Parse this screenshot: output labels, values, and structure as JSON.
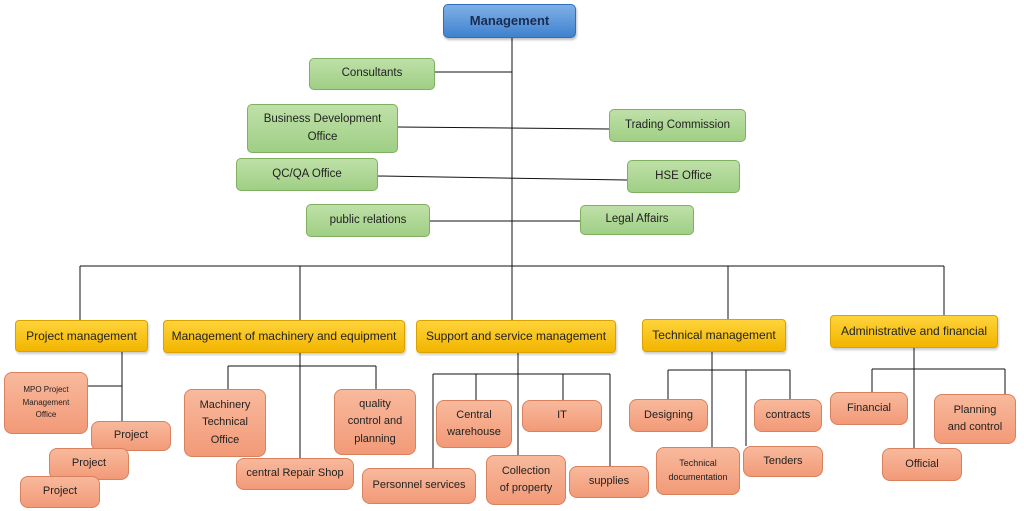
{
  "chart_data": {
    "type": "org-chart",
    "root": "Management",
    "staff_offices": [
      "Consultants",
      "Business Development\nOffice",
      "Trading Commission",
      "QC/QA Office",
      "HSE Office",
      "public relations",
      "Legal Affairs"
    ],
    "departments": [
      {
        "name": "Project management",
        "units": [
          "MPO Project\nManagement\nOffice",
          "Project",
          "Project",
          "Project"
        ]
      },
      {
        "name": "Management of machinery and equipment",
        "units": [
          "Machinery\nTechnical\nOffice",
          "central Repair Shop",
          "quality\ncontrol and\nplanning"
        ]
      },
      {
        "name": "Support and service management",
        "units": [
          "Central\nwarehouse",
          "IT",
          "Personnel services",
          "Collection\nof property",
          "supplies"
        ]
      },
      {
        "name": "Technical management",
        "units": [
          "Designing",
          "contracts",
          "Technical\ndocumentation",
          "Tenders"
        ]
      },
      {
        "name": "Administrative and financial",
        "units": [
          "Financial",
          "Planning\nand control",
          "Official"
        ]
      }
    ]
  }
}
